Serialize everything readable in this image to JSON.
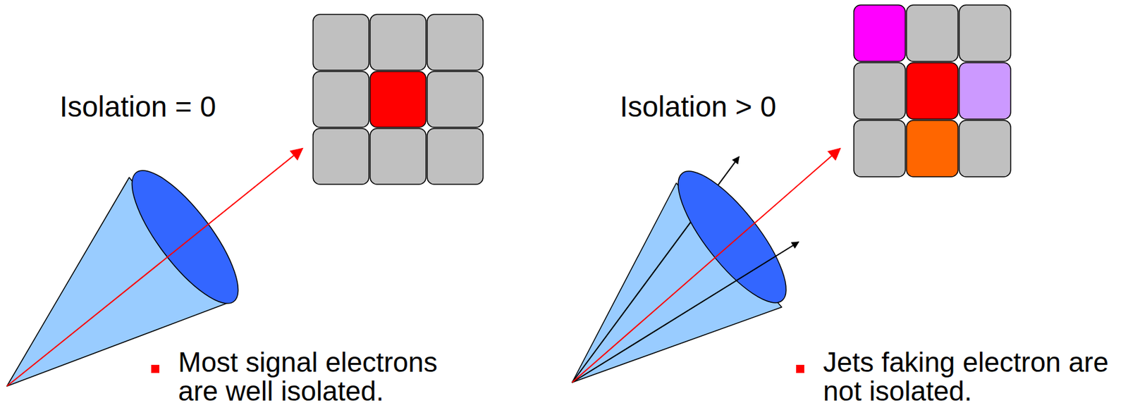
{
  "diagram": {
    "labels": [
      "Isolation = 0",
      "Most signal electrons are well isolated.",
      "Isolation > 0",
      "Jets faking electron are not isolated."
    ]
  }
}
